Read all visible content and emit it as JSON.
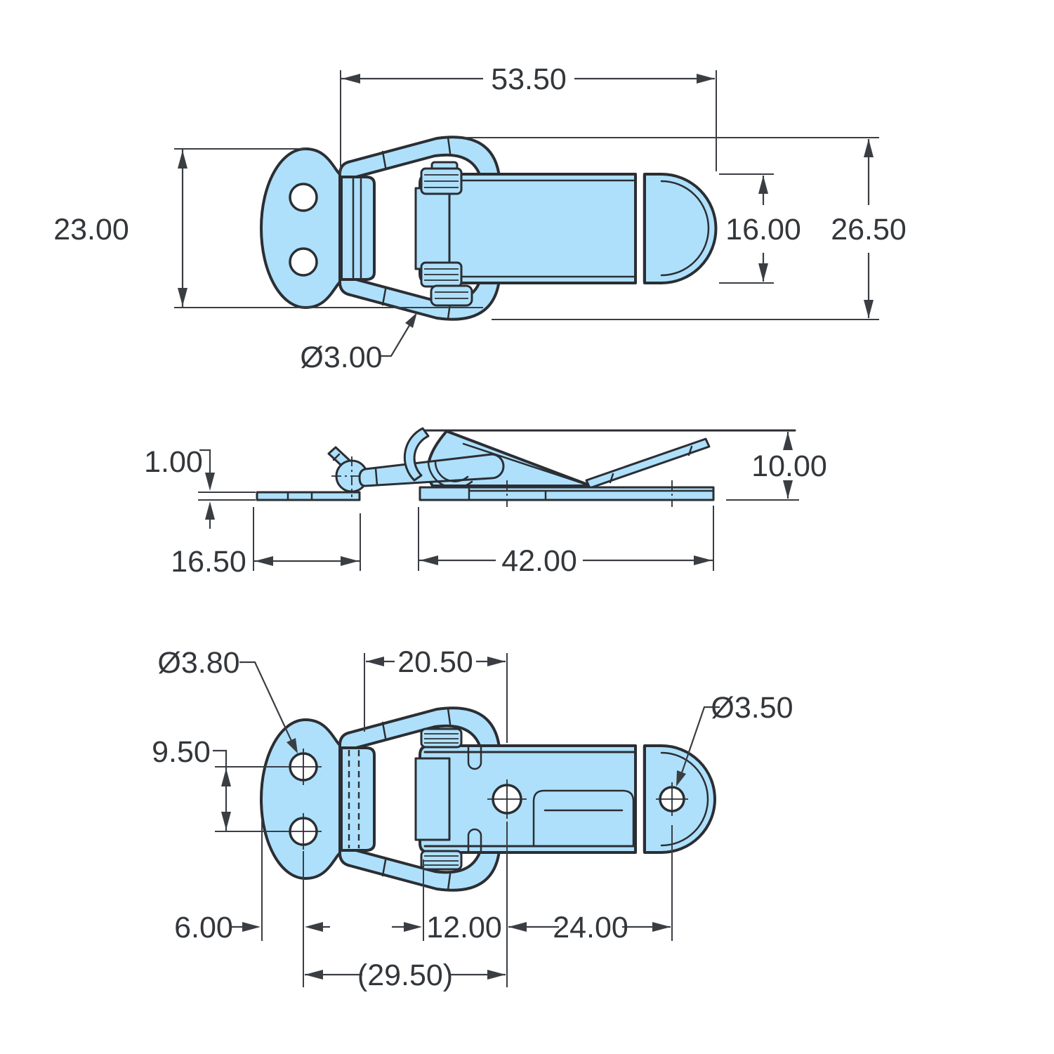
{
  "colors": {
    "part_fill": "#aee0fb",
    "outline": "#2b2e33",
    "dimension_lines": "#3a3e43",
    "background": "#ffffff"
  },
  "views": {
    "top": {
      "dims": {
        "width": "53.50",
        "plate_height": "23.00",
        "body_height": "16.00",
        "overall_height": "26.50",
        "wire_diameter": "Ø3.00"
      }
    },
    "side": {
      "dims": {
        "plate_thickness": "1.00",
        "overall_height": "10.00",
        "hook_plate_length": "16.50",
        "base_plate_length": "42.00"
      }
    },
    "bottom": {
      "dims": {
        "left_hole_diameter": "Ø3.80",
        "hinge_to_center_hole": "20.50",
        "right_hole_diameter": "Ø3.50",
        "left_hole_spacing": "9.50",
        "edge_to_left_hole": "6.00",
        "plate_edge_to_center_hole": "12.00",
        "center_to_right_hole": "24.00",
        "overall_reference": "(29.50)"
      }
    }
  }
}
